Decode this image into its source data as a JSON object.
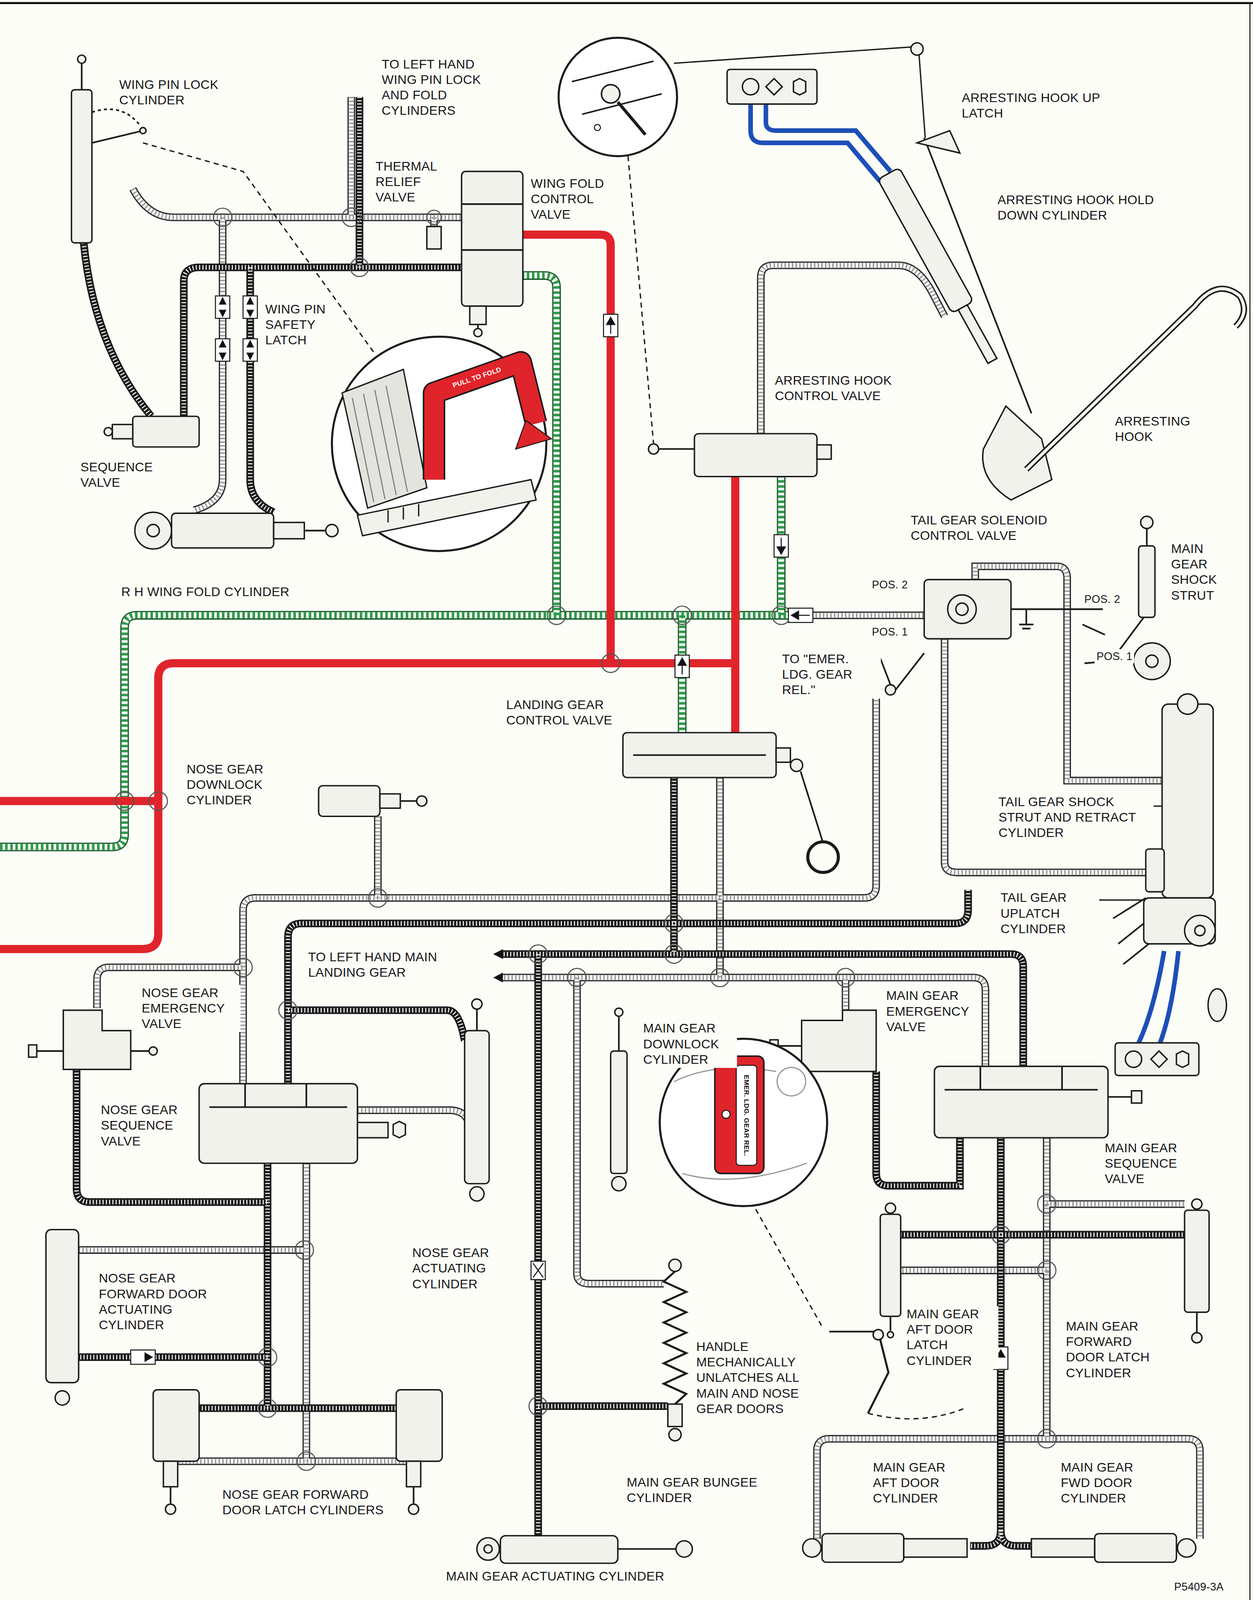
{
  "diagram": {
    "labels": [
      "WING PIN LOCK CYLINDER",
      "TO LEFT HAND WING PIN LOCK AND FOLD CYLINDERS",
      "THERMAL RELIEF VALVE",
      "WING FOLD CONTROL VALVE",
      "ARRESTING HOOK UP LATCH",
      "ARRESTING HOOK HOLD DOWN CYLINDER",
      "WING PIN SAFETY LATCH",
      "PULL TO FOLD",
      "ARRESTING HOOK CONTROL VALVE",
      "ARRESTING HOOK",
      "SEQUENCE VALVE",
      "TAIL GEAR SOLENOID CONTROL VALVE",
      "MAIN GEAR SHOCK STRUT",
      "R H WING FOLD CYLINDER",
      "POS. 2",
      "POS. 1",
      "POS. 2",
      "POS. 1",
      "TO \"EMER. LDG. GEAR REL.\"",
      "LANDING GEAR CONTROL VALVE",
      "NOSE GEAR DOWNLOCK CYLINDER",
      "TAIL GEAR SHOCK STRUT AND RETRACT CYLINDER",
      "TAIL GEAR UPLATCH CYLINDER",
      "TO LEFT HAND MAIN LANDING GEAR",
      "NOSE GEAR EMERGENCY VALVE",
      "MAIN GEAR DOWNLOCK CYLINDER",
      "MAIN GEAR EMERGENCY VALVE",
      "NOSE GEAR SEQUENCE VALVE",
      "EMER. LDG. GEAR REL.",
      "MAIN GEAR SEQUENCE VALVE",
      "NOSE GEAR FORWARD DOOR ACTUATING CYLINDER",
      "NOSE GEAR ACTUATING CYLINDER",
      "HANDLE MECHANICALLY UNLATCHES ALL MAIN AND NOSE GEAR DOORS",
      "MAIN GEAR AFT DOOR LATCH CYLINDER",
      "MAIN GEAR FORWARD DOOR LATCH CYLINDER",
      "NOSE GEAR FORWARD DOOR LATCH CYLINDERS",
      "MAIN GEAR BUNGEE CYLINDER",
      "MAIN GEAR AFT DOOR CYLINDER",
      "MAIN GEAR FWD DOOR CYLINDER",
      "MAIN GEAR ACTUATING CYLINDER",
      "P5409-3A"
    ]
  }
}
